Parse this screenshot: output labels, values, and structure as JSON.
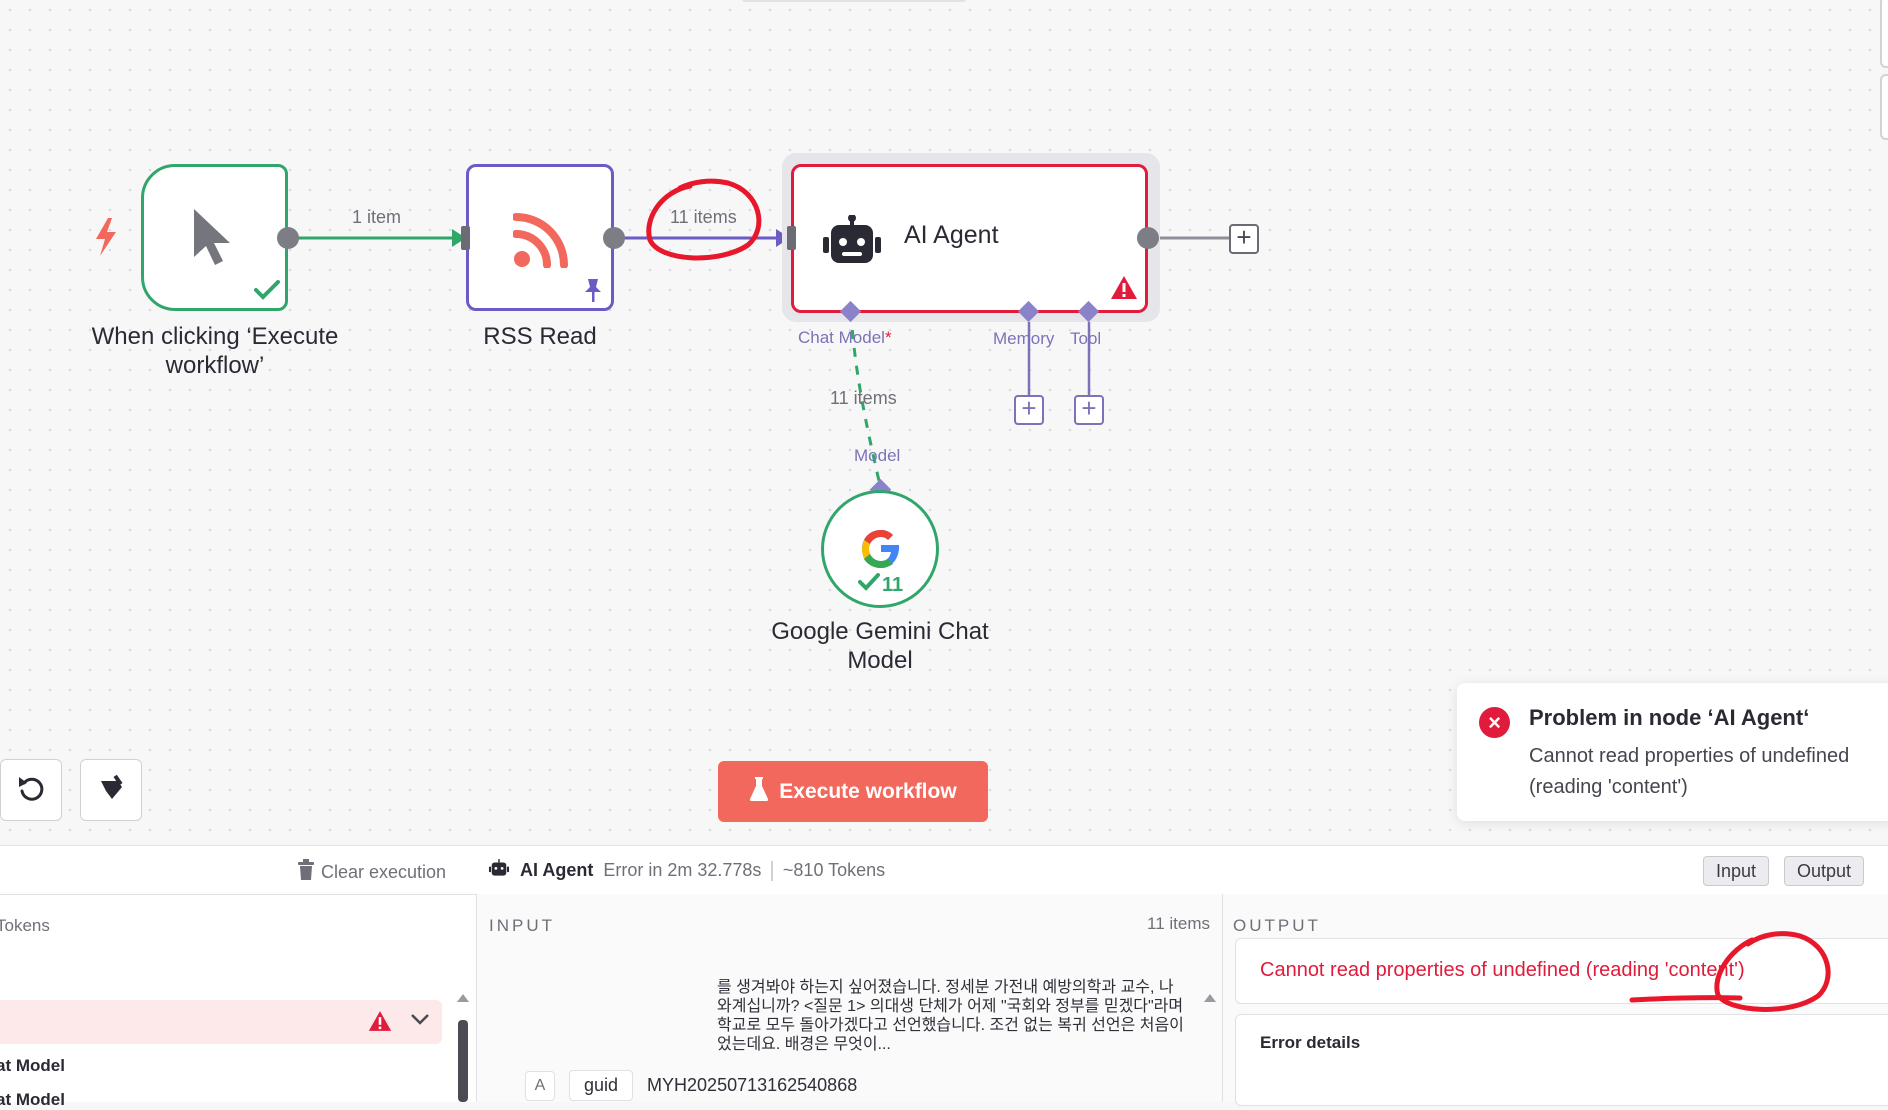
{
  "canvas": {
    "nodes": {
      "trigger": {
        "label": "When clicking ‘Execute workflow’",
        "icon": "cursor-icon",
        "status": "success"
      },
      "rss": {
        "label": "RSS Read",
        "icon": "rss-icon",
        "pinned": true
      },
      "agent": {
        "title": "AI Agent",
        "icon": "robot-icon",
        "status": "error"
      },
      "gemini": {
        "label": "Google Gemini Chat Model",
        "icon": "google-icon",
        "success_count": "11"
      }
    },
    "edges": {
      "trigger_to_rss": "1 item",
      "rss_to_agent": "11 items",
      "model_to_agent": "11 items"
    },
    "agent_inputs": {
      "chat_model": "Chat Model",
      "chat_model_required": "*",
      "memory": "Memory",
      "tool": "Tool"
    },
    "gemini_output": "Model",
    "execute_button": "Execute workflow"
  },
  "toast": {
    "title": "Problem in node ‘AI Agent‘",
    "message": "Cannot read properties of undefined (reading 'content')"
  },
  "panel": {
    "clear_execution": "Clear execution",
    "node_name": "AI Agent",
    "run_status": "Error in 2m 32.778s",
    "tokens": "~810 Tokens",
    "input_tab": "Input",
    "output_tab": "Output",
    "left": {
      "header": "Tokens",
      "rows": [
        "at Model",
        "at Model"
      ]
    },
    "input": {
      "title": "INPUT",
      "count": "11 items",
      "text": "를 생겨봐야 하는지 싶어졌습니다. 정세분 가전내 예방의학과 교수, 나와계십니까? <질문 1> 의대생 단체가 어제 \"국회와 정부를 믿겠다\"라며 학교로 모두 돌아가겠다고 선언했습니다. 조건 없는 복귀 선언은 처음이었는데요. 배경은 무엇이...",
      "field_type": "A",
      "field_key": "guid",
      "field_value": "MYH20250713162540868"
    },
    "output": {
      "title": "OUTPUT",
      "error": "Cannot read properties of undefined (reading 'content')",
      "details_label": "Error details"
    }
  },
  "colors": {
    "success": "#31a66b",
    "error": "#e01b3c",
    "accent": "#f2685c",
    "subnode": "#7a73b8"
  }
}
